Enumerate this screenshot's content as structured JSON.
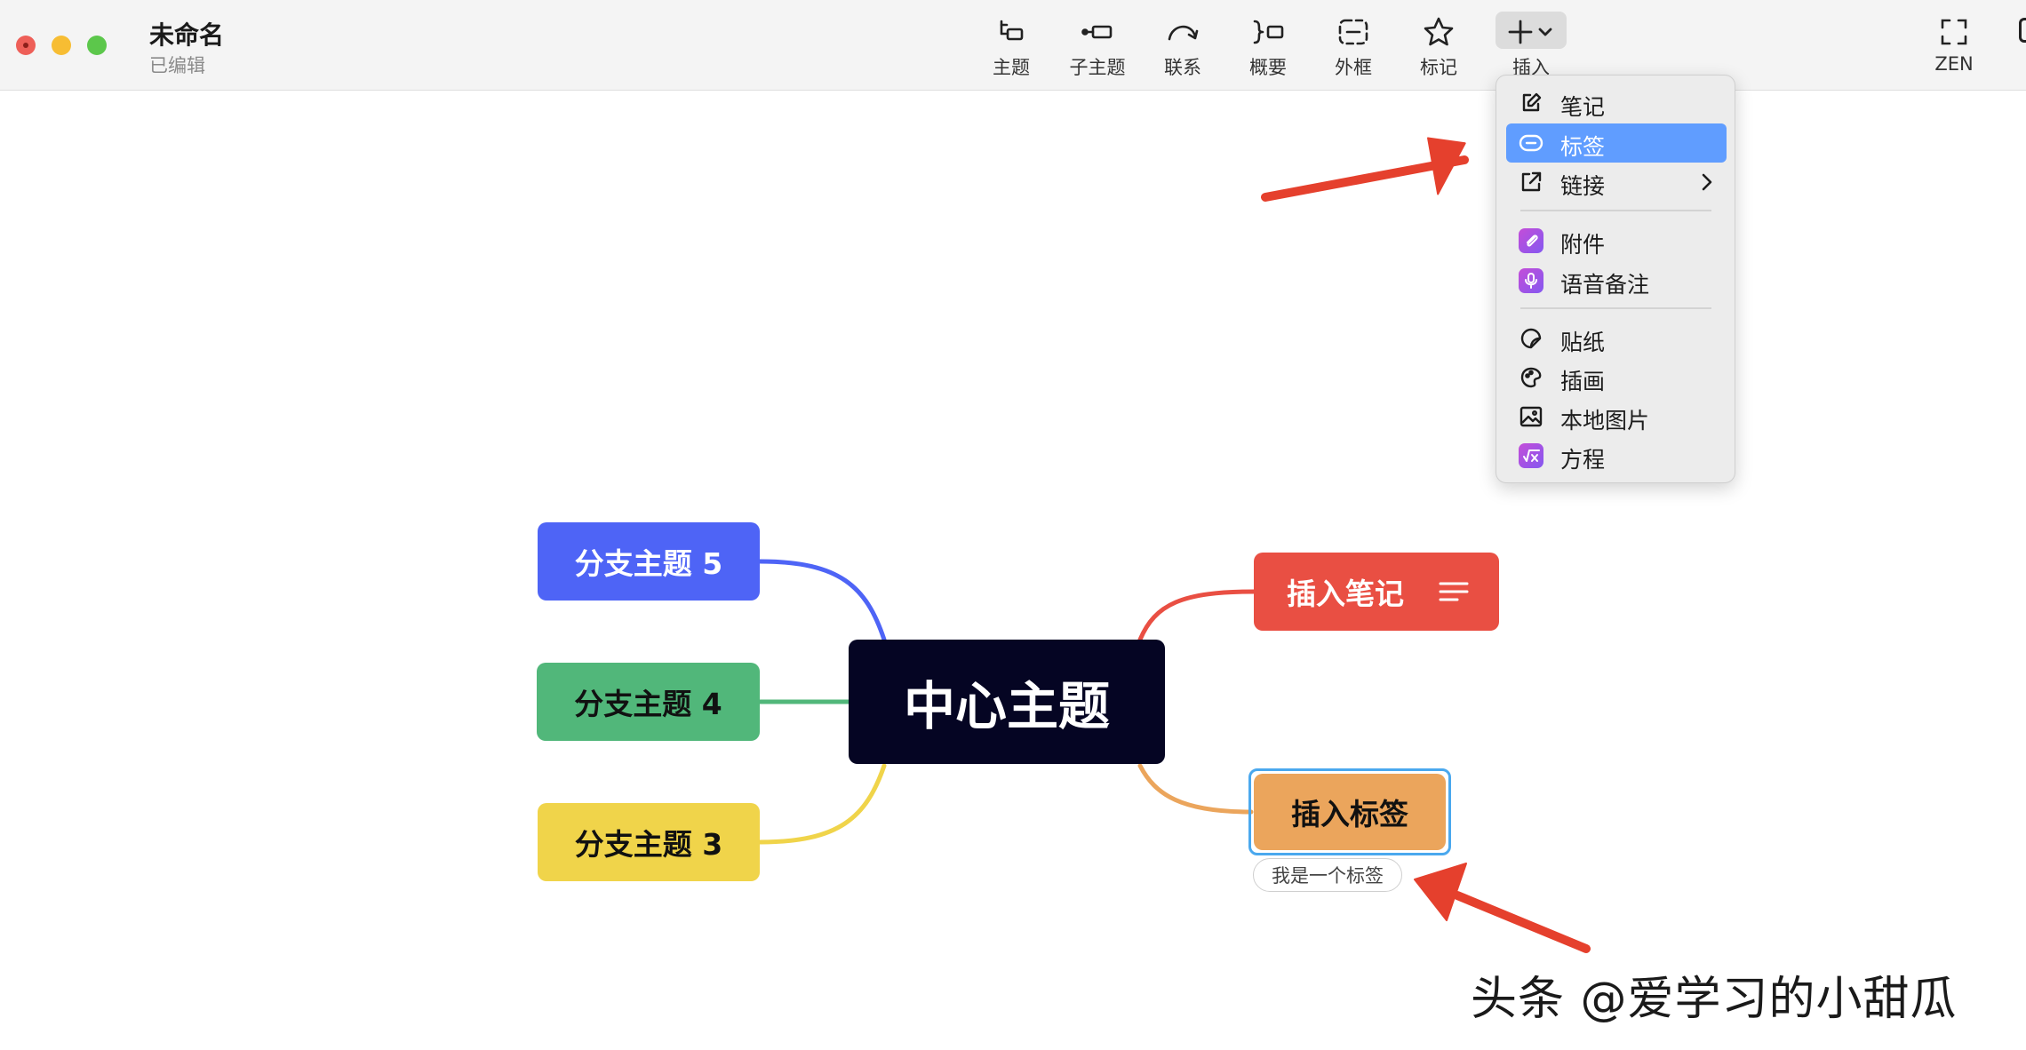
{
  "window": {
    "title": "未命名",
    "status": "已编辑"
  },
  "toolbar": {
    "items": [
      {
        "label": "主题",
        "icon": "topic-icon"
      },
      {
        "label": "子主题",
        "icon": "subtopic-icon"
      },
      {
        "label": "联系",
        "icon": "relationship-icon"
      },
      {
        "label": "概要",
        "icon": "summary-icon"
      },
      {
        "label": "外框",
        "icon": "boundary-icon"
      },
      {
        "label": "标记",
        "icon": "star-icon"
      },
      {
        "label": "插入",
        "icon": "plus-icon"
      },
      {
        "label": "ZEN",
        "icon": "fullscreen-icon"
      }
    ]
  },
  "insert_menu": {
    "items": [
      {
        "label": "笔记",
        "icon": "note-icon"
      },
      {
        "label": "标签",
        "icon": "label-icon",
        "selected": true
      },
      {
        "label": "链接",
        "icon": "link-icon",
        "submenu": true
      },
      {
        "label": "附件",
        "icon": "attachment-icon"
      },
      {
        "label": "语音备注",
        "icon": "microphone-icon"
      },
      {
        "label": "贴纸",
        "icon": "sticker-icon"
      },
      {
        "label": "插画",
        "icon": "illustration-icon"
      },
      {
        "label": "本地图片",
        "icon": "image-icon"
      },
      {
        "label": "方程",
        "icon": "equation-icon"
      }
    ]
  },
  "mindmap": {
    "center": {
      "text": "中心主题",
      "color": "#050523"
    },
    "branches": [
      {
        "text": "分支主题 5",
        "color": "#4e64f6"
      },
      {
        "text": "分支主题 4",
        "color": "#51b77a"
      },
      {
        "text": "分支主题 3",
        "color": "#f0d44a"
      },
      {
        "text": "插入笔记",
        "color": "#e94f43"
      },
      {
        "text": "插入标签",
        "color": "#eba55c"
      }
    ],
    "label": "我是一个标签"
  },
  "watermark": "头条 @爱学习的小甜瓜",
  "colors": {
    "arrow": "#e5402d",
    "selection_outline": "#4aa8ee",
    "menu_highlight": "#609dff"
  }
}
